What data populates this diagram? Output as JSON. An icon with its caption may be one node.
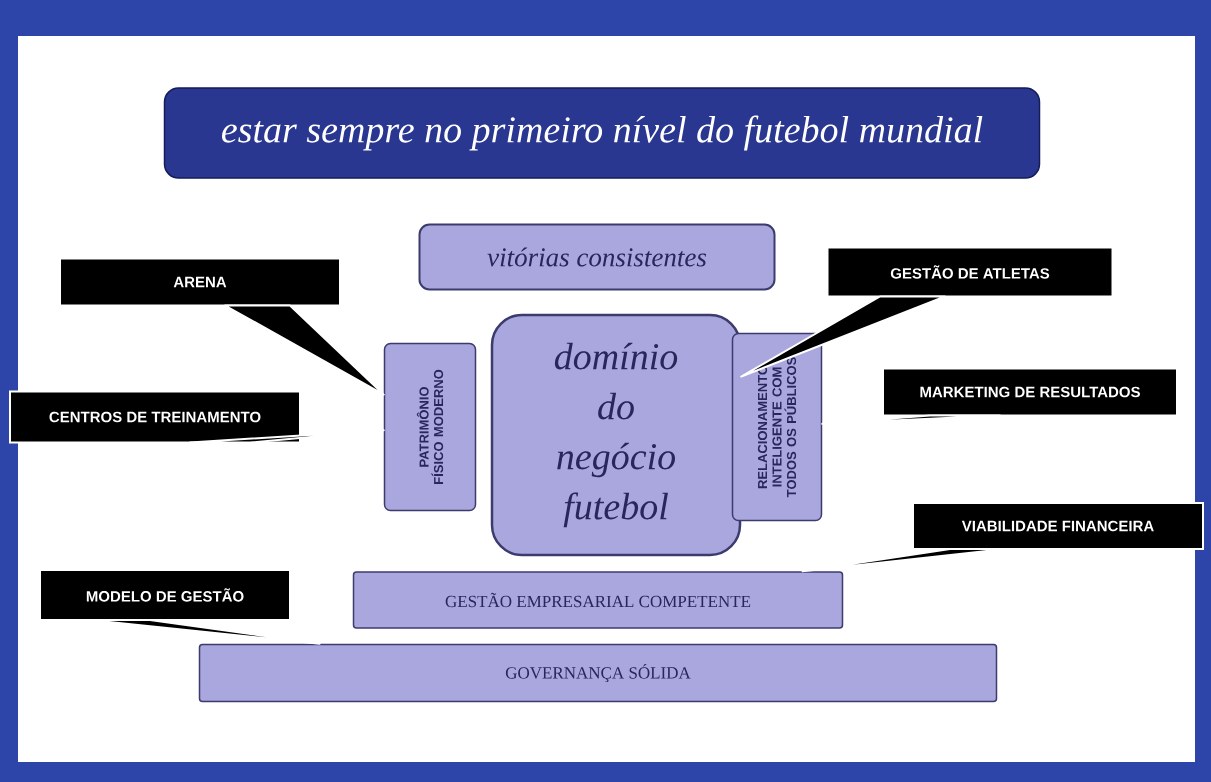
{
  "diagram": {
    "nodes": [
      {
        "text": [
          "estar sempre no primeiro nível do futebol mundial"
        ]
      },
      {
        "text": [
          "vitórias consistentes"
        ]
      },
      {
        "text": [
          "PATRIMÔNIO FÍSICO MODERNO"
        ]
      },
      {
        "text": [
          "domínio do negócio futebol"
        ]
      },
      {
        "text": [
          "RELACIONAMENTO INTELIGENTE COM TODOS OS PÚBLICOS"
        ]
      },
      {
        "text": [
          "GESTÃO EMPRESARIAL COMPETENTE"
        ]
      },
      {
        "text": [
          "GOVERNANÇA SÓLIDA"
        ]
      },
      {
        "text": [
          "ARENA"
        ]
      },
      {
        "text": [
          "CENTROS DE TREINAMENTO"
        ]
      },
      {
        "text": [
          "GESTÃO DE ATLETAS"
        ]
      },
      {
        "text": [
          "MARKETING DE RESULTADOS"
        ]
      },
      {
        "text": [
          "VIABILIDADE FINANCEIRA"
        ]
      },
      {
        "text": [
          "MODELO DE GESTÃO"
        ]
      }
    ],
    "edges": [
      {
        "from": 7,
        "to": 2,
        "arrow": "none"
      },
      {
        "from": 8,
        "to": 2,
        "arrow": "none"
      },
      {
        "from": 9,
        "to": 3,
        "arrow": "none"
      },
      {
        "from": 10,
        "to": 4,
        "arrow": "none"
      },
      {
        "from": 11,
        "to": 5,
        "arrow": "none"
      },
      {
        "from": 12,
        "to": 6,
        "arrow": "none"
      }
    ]
  }
}
